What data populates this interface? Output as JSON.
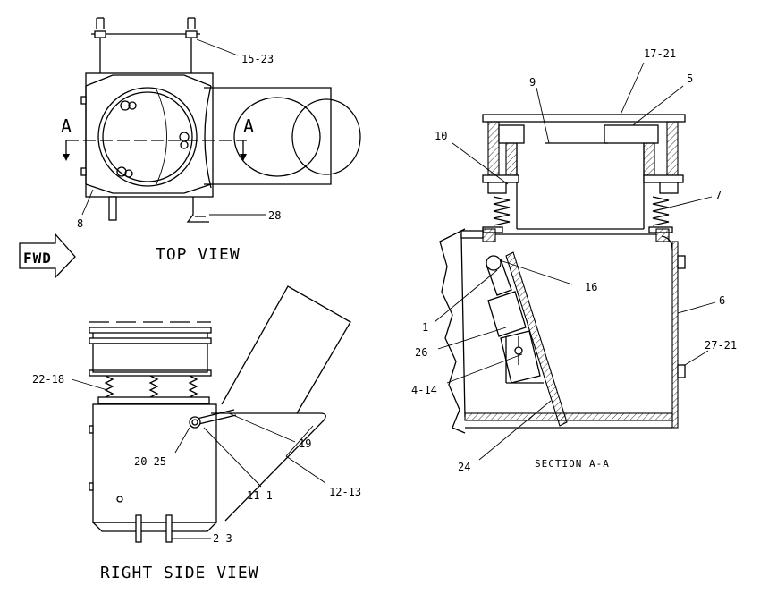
{
  "views": {
    "top": "TOP VIEW",
    "right_side": "RIGHT SIDE VIEW",
    "section": "SECTION A-A"
  },
  "fwd": "FWD",
  "section_mark": "A",
  "callouts": {
    "c_15_23": "15-23",
    "c_8": "8",
    "c_28": "28",
    "c_22_18": "22-18",
    "c_19": "19",
    "c_20_25": "20-25",
    "c_11_1": "11-1",
    "c_12_13": "12-13",
    "c_2_3": "2-3",
    "c_17_21": "17-21",
    "c_9": "9",
    "c_5": "5",
    "c_10": "10",
    "c_7": "7",
    "c_16": "16",
    "c_1": "1",
    "c_6": "6",
    "c_26": "26",
    "c_27_21": "27-21",
    "c_4_14": "4-14",
    "c_24": "24"
  }
}
